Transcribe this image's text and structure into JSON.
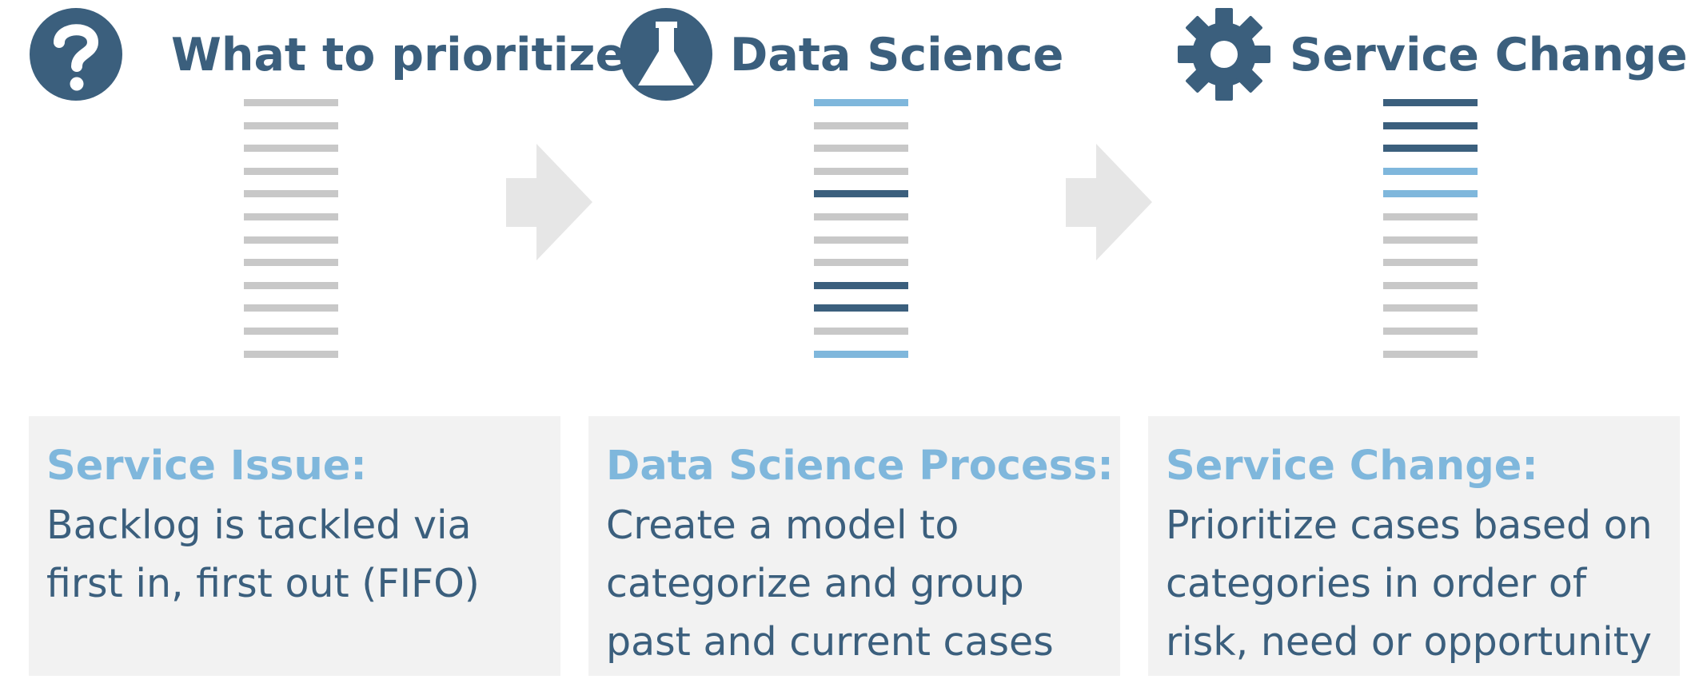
{
  "colors": {
    "dark": "#3b5f7d",
    "light": "#7fb7dc",
    "gray": "#c8c8c8",
    "arrow": "#e6e6e6",
    "panel": "#f2f2f2"
  },
  "columns": [
    {
      "icon": "question-mark-icon",
      "title": "What to prioritize?",
      "bars": [
        "gray",
        "gray",
        "gray",
        "gray",
        "gray",
        "gray",
        "gray",
        "gray",
        "gray",
        "gray",
        "gray",
        "gray"
      ],
      "card": {
        "heading": "Service Issue:",
        "lines": [
          "Backlog is tackled via",
          "first in, first out (FIFO)"
        ]
      }
    },
    {
      "icon": "flask-icon",
      "title": "Data Science",
      "bars": [
        "light",
        "gray",
        "gray",
        "gray",
        "dark",
        "gray",
        "gray",
        "gray",
        "dark",
        "dark",
        "gray",
        "light"
      ],
      "card": {
        "heading": "Data Science Process:",
        "lines": [
          "Create a model to",
          "categorize and group",
          "past and current cases"
        ]
      }
    },
    {
      "icon": "gear-icon",
      "title": "Service Change",
      "bars": [
        "dark",
        "dark",
        "dark",
        "light",
        "light",
        "gray",
        "gray",
        "gray",
        "gray",
        "gray",
        "gray",
        "gray"
      ],
      "card": {
        "heading": "Service Change:",
        "lines": [
          "Prioritize cases based on",
          "categories in order of",
          "risk, need or opportunity"
        ]
      }
    }
  ]
}
